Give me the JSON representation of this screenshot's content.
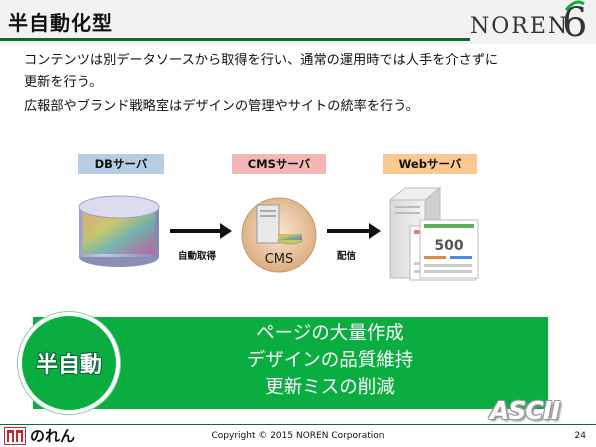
{
  "header": {
    "title": "半自動化型",
    "logo_text": "NOREN",
    "logo_digit": "6"
  },
  "body": {
    "lines": [
      "コンテンツは別データソースから取得を行い、通常の運用時では人手を介さずに",
      "更新を行う。",
      "広報部やブランド戦略室はデザインの管理やサイトの統率を行う。"
    ]
  },
  "diagram": {
    "db_label": "DBサーバ",
    "cms_label": "CMSサーバ",
    "web_label": "Webサーバ",
    "cms_caption": "CMS",
    "arrow1_label": "自動取得",
    "arrow2_label": "配信",
    "page_number_badge": "500"
  },
  "summary": {
    "circle_label": "半自動",
    "points": [
      "ページの大量作成",
      "デザインの品質維持",
      "更新ミスの削減"
    ]
  },
  "watermark": "ASCII",
  "footer": {
    "brand": "のれん",
    "copyright": "Copyright © 2015 NOREN Corporation",
    "page": "24"
  },
  "colors": {
    "accent_green": "#0aae40",
    "title_rule": "#0e6a34",
    "db_label_bg": "#b8cce4",
    "cms_label_bg": "#f2b7b4",
    "web_label_bg": "#fac890"
  }
}
